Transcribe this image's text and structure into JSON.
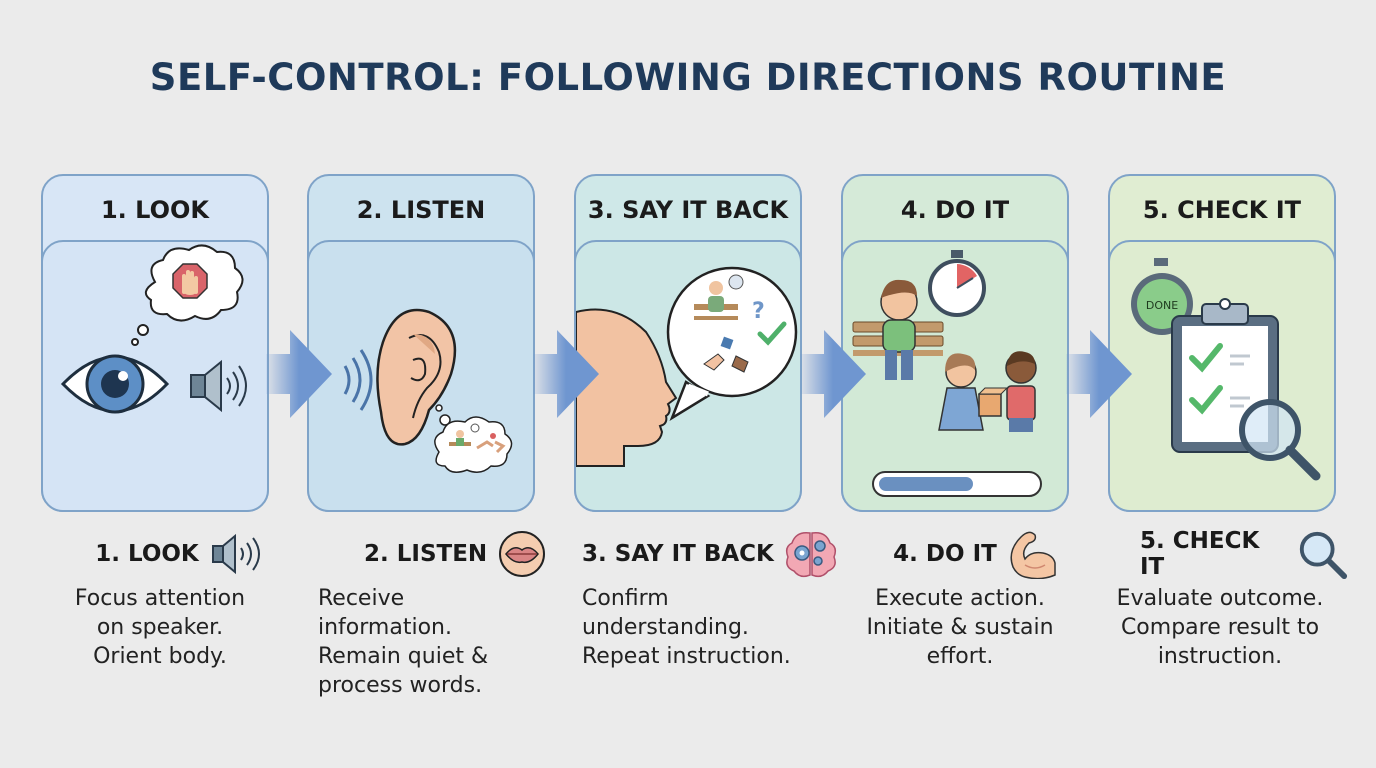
{
  "title": "SELF-CONTROL: FOLLOWING DIRECTIONS ROUTINE",
  "colors": {
    "title": "#1f3a5a",
    "card_border": "#7fa3c8",
    "arrow": "#6f96d0",
    "background": "#ebebeb"
  },
  "steps": [
    {
      "card_title": "1. LOOK",
      "card_bg": "#d8e6f6",
      "illustration": [
        "eye-icon",
        "stop-hand-thought-icon",
        "speaker-icon"
      ],
      "caption_title": "1. LOOK",
      "caption_icon": "speaker-icon",
      "caption_text": "Focus attention\non speaker.\nOrient body.",
      "caption_align": "center"
    },
    {
      "card_title": "2. LISTEN",
      "card_bg": "#cde3ef",
      "illustration": [
        "sound-waves-icon",
        "ear-icon",
        "thought-cloud-icon"
      ],
      "caption_title": "2. LISTEN",
      "caption_icon": "lips-icon",
      "caption_text": "Receive\ninformation.\nRemain quiet &\nprocess words.",
      "caption_align": "left"
    },
    {
      "card_title": "3. SAY IT BACK",
      "card_bg": "#cfe8e8",
      "illustration": [
        "head-profile-icon",
        "speech-bubble-icon",
        "checkmark-icon"
      ],
      "caption_title": "3. SAY IT BACK",
      "caption_icon": "brain-gears-icon",
      "caption_text": "Confirm\nunderstanding.\nRepeat instruction.",
      "caption_align": "left"
    },
    {
      "card_title": "4. DO IT",
      "card_bg": "#d5ead8",
      "illustration": [
        "stopwatch-icon",
        "children-sharing-icon",
        "progress-bar"
      ],
      "progress_percent": 60,
      "caption_title": "4. DO IT",
      "caption_icon": "flexed-arm-icon",
      "caption_text": "Execute action.\nInitiate & sustain\neffort.",
      "caption_align": "center"
    },
    {
      "card_title": "5. CHECK IT",
      "card_bg": "#e0edd2",
      "illustration": [
        "done-stopwatch-icon",
        "clipboard-checklist-icon",
        "magnifier-icon"
      ],
      "done_label": "DONE",
      "caption_title": "5. CHECK IT",
      "caption_icon": "magnifier-icon",
      "caption_text": "Evaluate outcome.\nCompare result to\ninstruction.",
      "caption_align": "center"
    }
  ]
}
